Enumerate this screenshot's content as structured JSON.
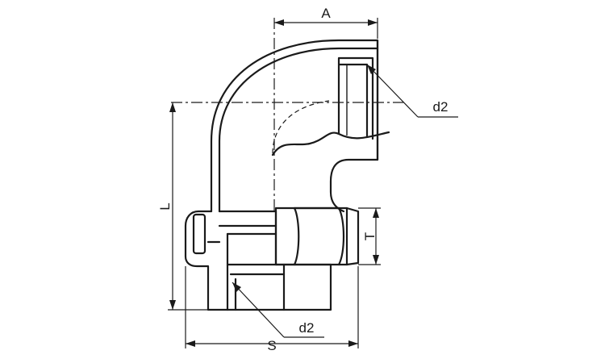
{
  "dimensions": {
    "a": "A",
    "l": "L",
    "t": "T",
    "s": "S",
    "d2_top": "d2",
    "d2_bottom": "d2"
  }
}
